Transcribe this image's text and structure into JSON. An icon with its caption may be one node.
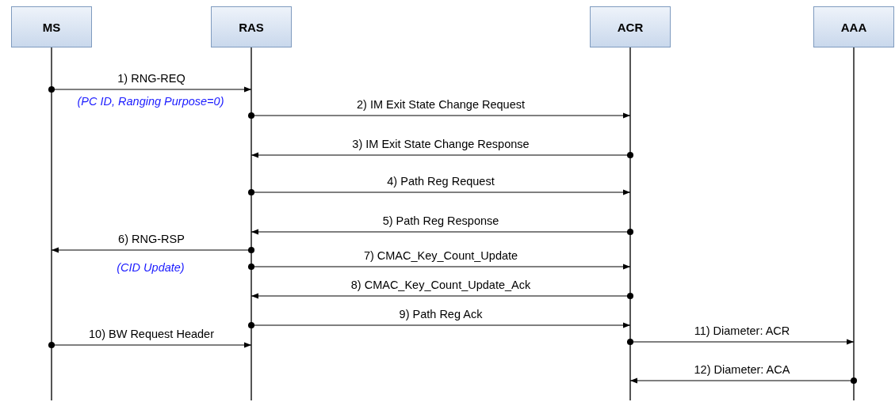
{
  "diagram": {
    "nodes": [
      {
        "text": [
          "MS"
        ]
      },
      {
        "text": [
          "RAS"
        ]
      },
      {
        "text": [
          "ACR"
        ]
      },
      {
        "text": [
          "AAA"
        ]
      }
    ],
    "edges": [
      {
        "from": 0,
        "to": 1,
        "arrow": "to",
        "label": "1) RNG-REQ"
      },
      {
        "from": 1,
        "to": 2,
        "arrow": "to",
        "label": "2) IM Exit State Change Request"
      },
      {
        "from": 2,
        "to": 1,
        "arrow": "to",
        "label": "3) IM Exit State Change Response"
      },
      {
        "from": 1,
        "to": 2,
        "arrow": "to",
        "label": "4) Path Reg Request"
      },
      {
        "from": 2,
        "to": 1,
        "arrow": "to",
        "label": "5) Path Reg Response"
      },
      {
        "from": 1,
        "to": 0,
        "arrow": "to",
        "label": "6) RNG-RSP"
      },
      {
        "from": 1,
        "to": 2,
        "arrow": "to",
        "label": "7) CMAC_Key_Count_Update"
      },
      {
        "from": 2,
        "to": 1,
        "arrow": "to",
        "label": "8) CMAC_Key_Count_Update_Ack"
      },
      {
        "from": 1,
        "to": 2,
        "arrow": "to",
        "label": "9) Path Reg Ack"
      },
      {
        "from": 0,
        "to": 1,
        "arrow": "to",
        "label": "10) BW Request Header"
      },
      {
        "from": 2,
        "to": 3,
        "arrow": "to",
        "label": "11) Diameter: ACR"
      },
      {
        "from": 3,
        "to": 2,
        "arrow": "to",
        "label": "12) Diameter: ACA"
      }
    ],
    "labels": [
      "(PC ID, Ranging Purpose=0)",
      "(CID Update)"
    ]
  }
}
